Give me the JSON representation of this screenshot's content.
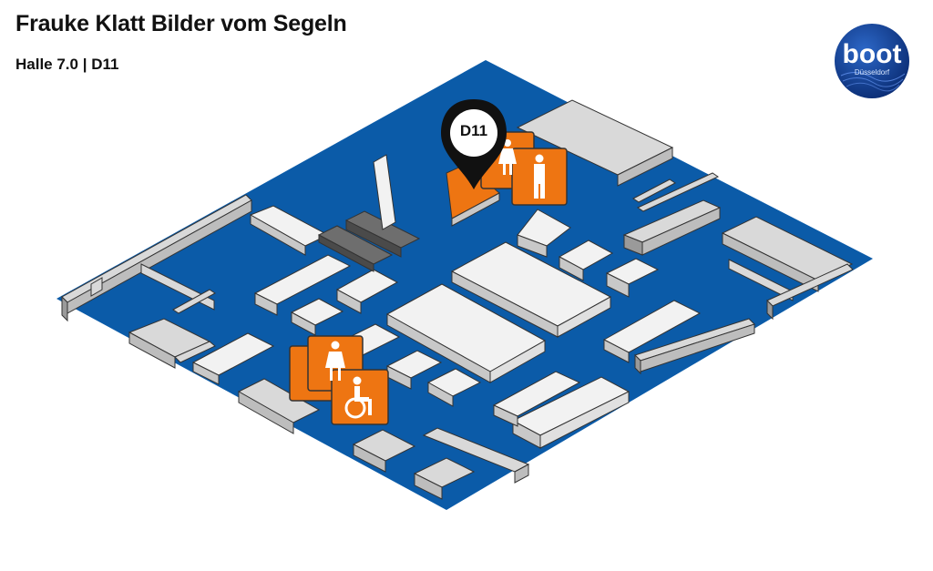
{
  "header": {
    "title": "Frauke Klatt Bilder vom Segeln",
    "subtitle": "Halle 7.0 | D11"
  },
  "logo": {
    "name": "boot",
    "sub": "Düsseldorf"
  },
  "map": {
    "floor_color": "#0b5ba8",
    "highlight_color": "#ee7512",
    "pin_label": "D11",
    "icons": [
      {
        "name": "female-toilet-icon"
      },
      {
        "name": "male-toilet-icon"
      },
      {
        "name": "female-toilet-icon"
      },
      {
        "name": "wheelchair-toilet-icon"
      }
    ]
  }
}
